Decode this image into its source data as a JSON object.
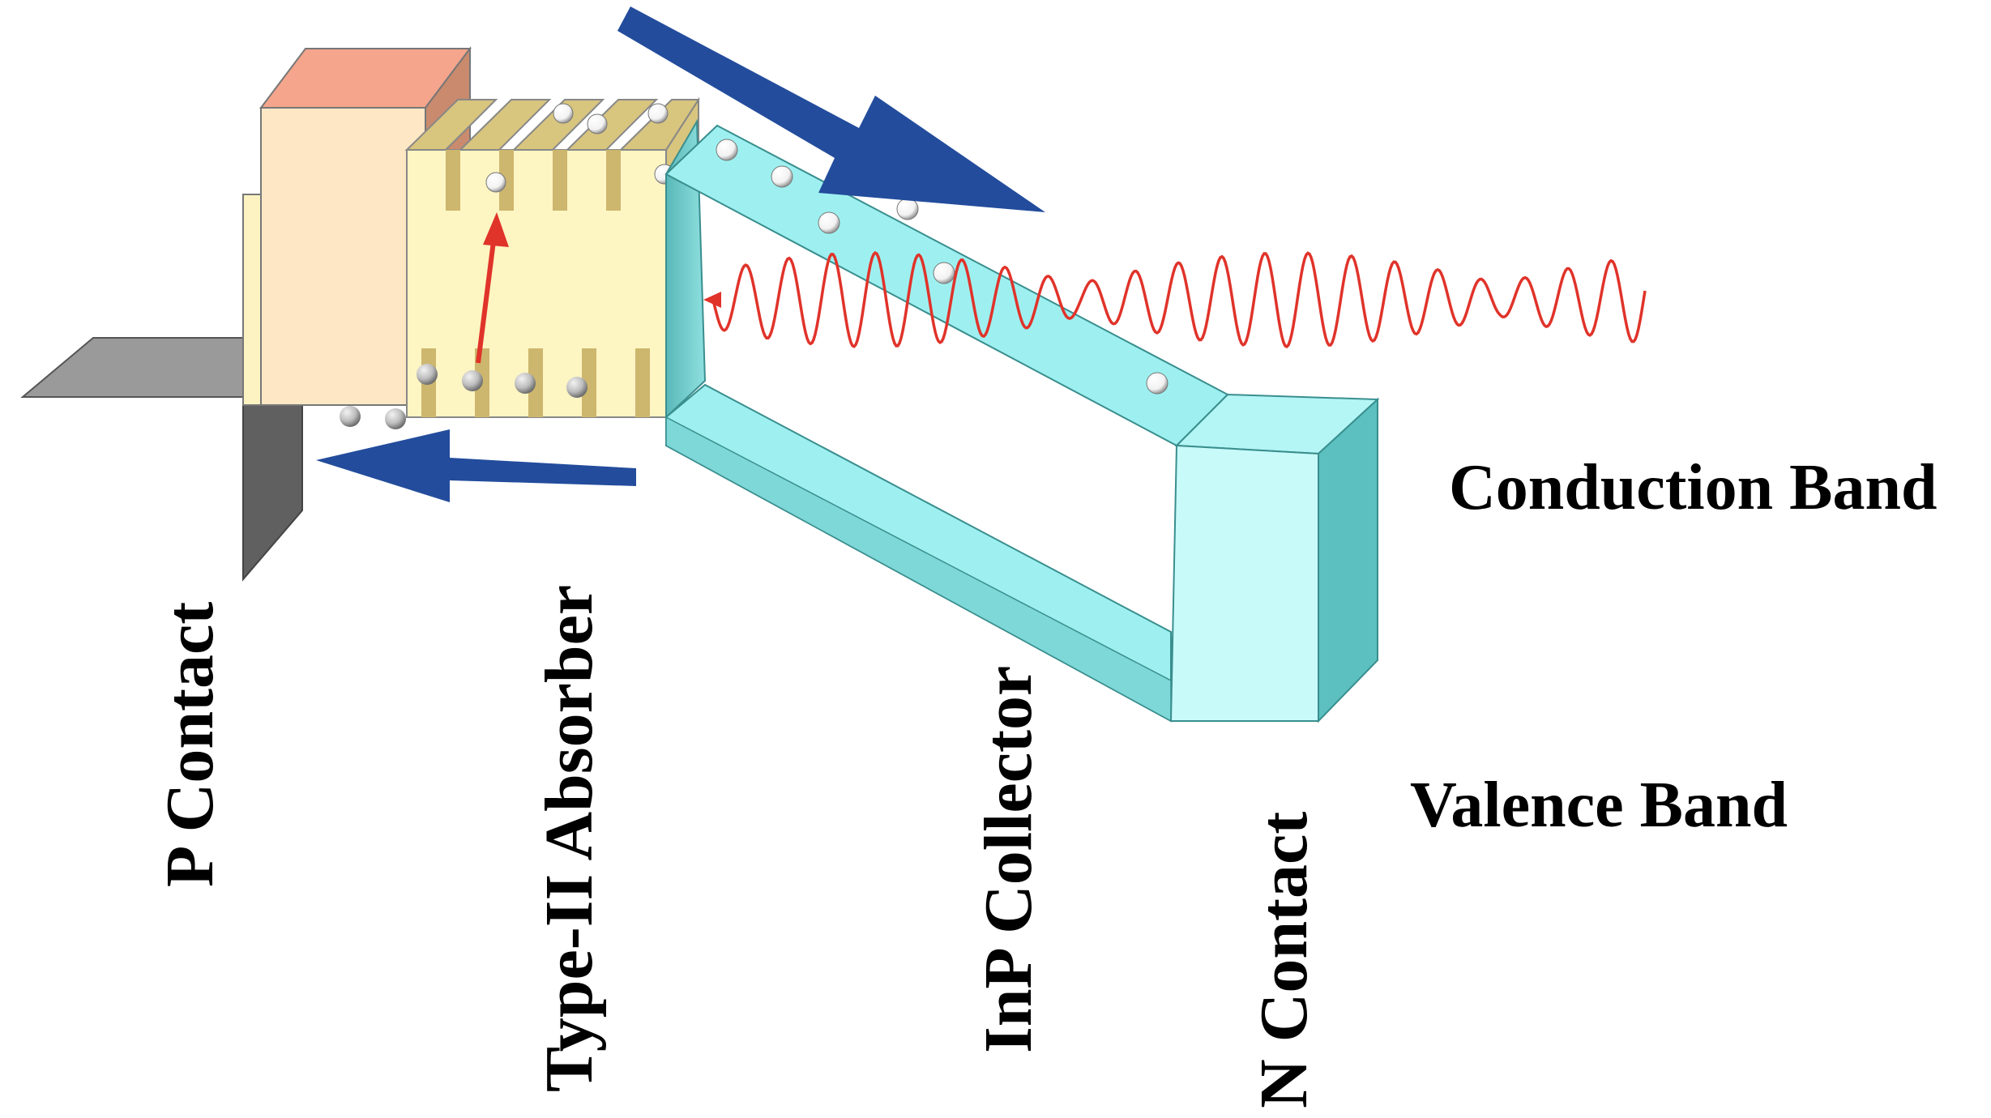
{
  "labels": {
    "p_contact": "P Contact",
    "absorber": "Type-II Absorber",
    "collector": "InP Collector",
    "n_contact": "N Contact",
    "conduction_band": "Conduction Band",
    "valence_band": "Valence Band"
  },
  "colors": {
    "p_contact_top": "#f4a58c",
    "p_contact_face": "#fde7c4",
    "absorber_face": "#fdf5c2",
    "absorber_fin": "#d8c57e",
    "collector_fill": "#9ef0f0",
    "collector_side": "#5cc0c0",
    "n_contact_face": "#c8fafa",
    "metal_light": "#9a9a9a",
    "metal_dark": "#606060",
    "flow_arrow": "#234c9c",
    "photon_wave": "#e0332a",
    "excitation_arrow": "#e0332a"
  },
  "icons": {
    "electron": "white-sphere",
    "hole": "grey-sphere",
    "photon": "sine-wave"
  }
}
